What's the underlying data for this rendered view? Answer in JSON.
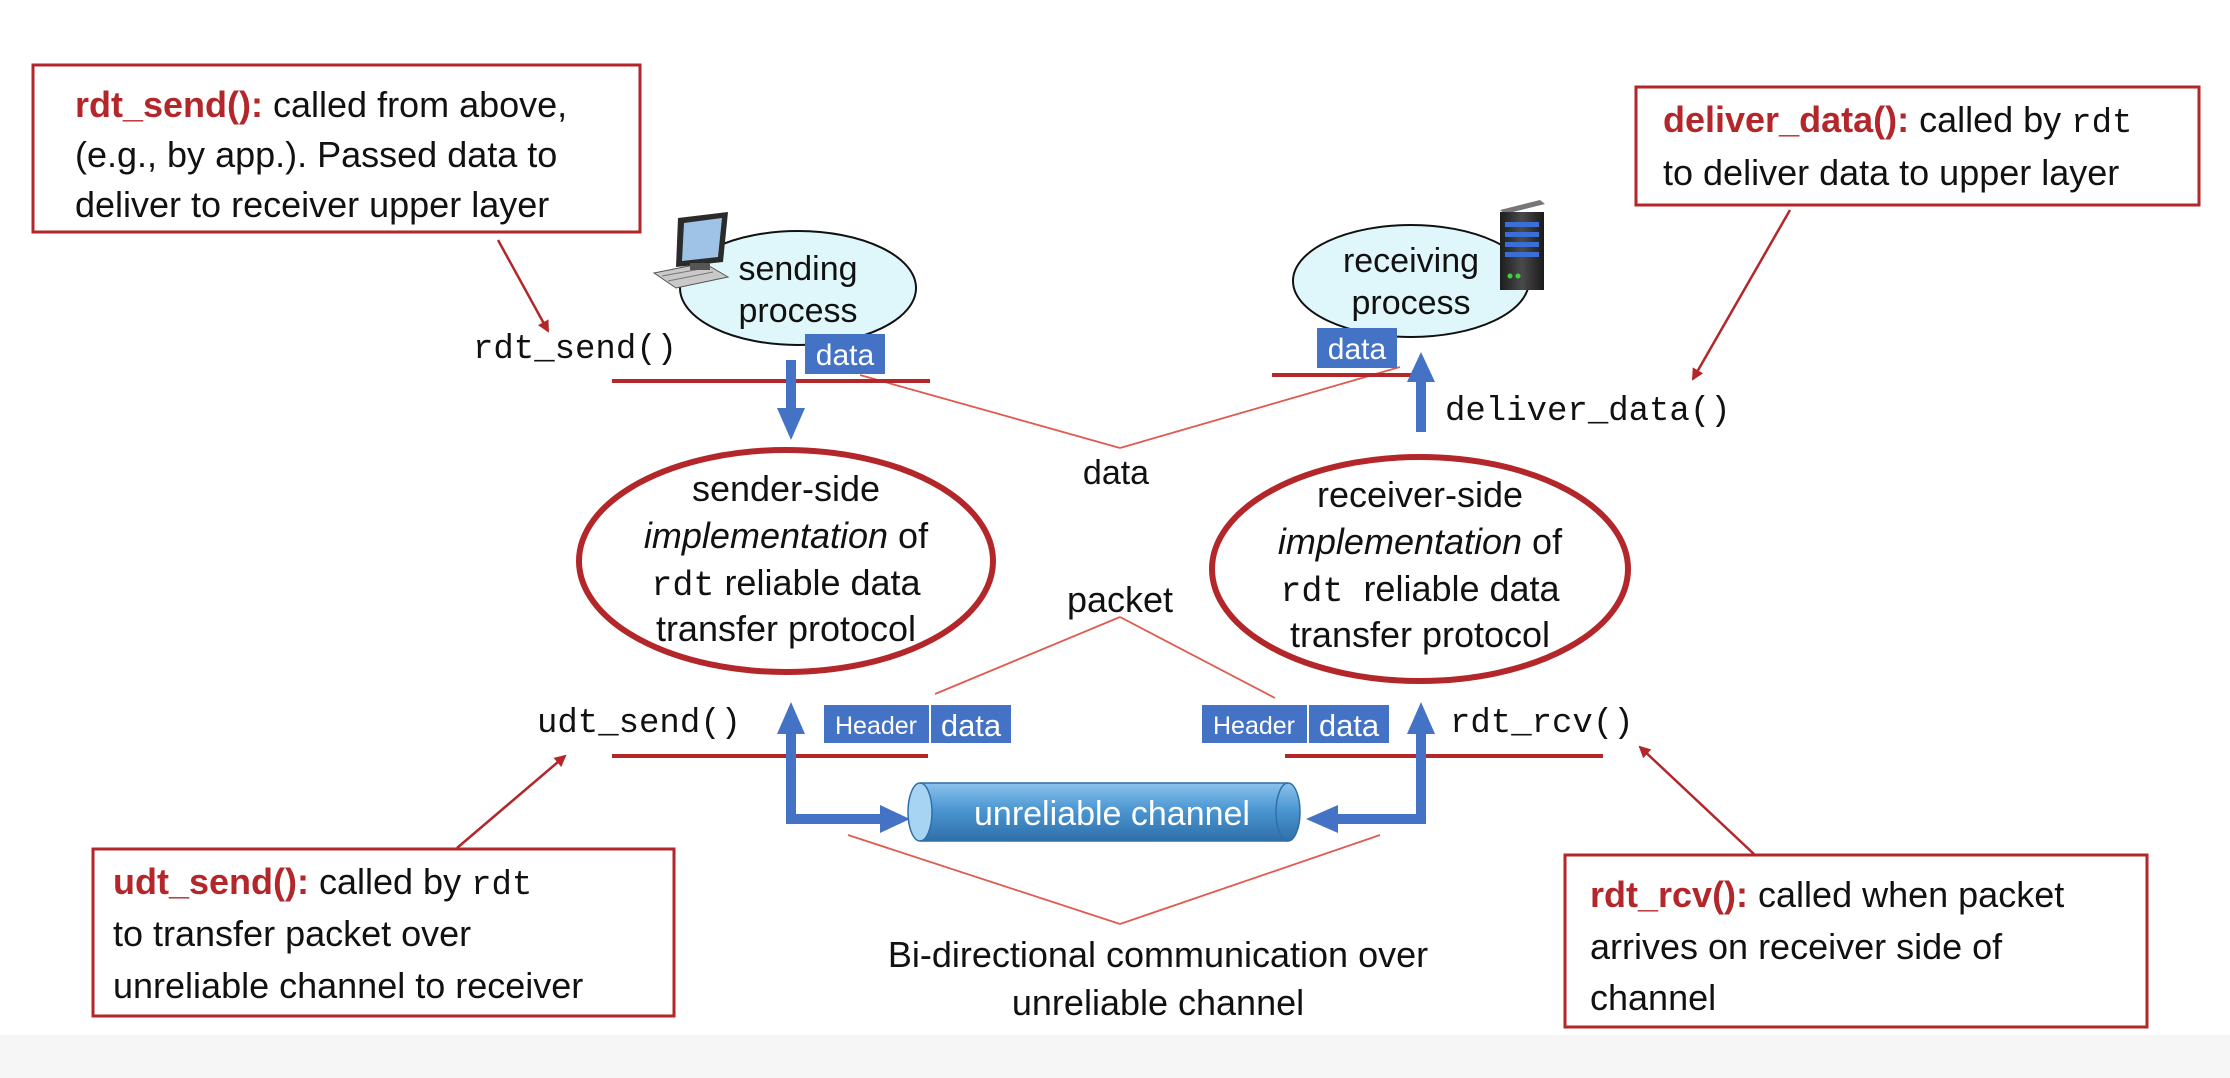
{
  "colors": {
    "accent_red": "#b3262a",
    "thin_red": "#e05a4e",
    "blue_arrow": "#4472c4",
    "data_box": "#4472c4",
    "process_fill": "#dff7fa",
    "channel_fill": "#5ba3d9",
    "text": "#111111",
    "white": "#ffffff"
  },
  "callouts": {
    "rdt_send": {
      "title": "rdt_send():",
      "line1_rest": " called from above,",
      "line2": "(e.g., by app.). Passed data to",
      "line3": "deliver to receiver upper layer"
    },
    "deliver_data": {
      "title": "deliver_data():",
      "line1_rest": " called by ",
      "line1_code": "rdt",
      "line2": "to deliver data to upper layer"
    },
    "udt_send": {
      "title": "udt_send():",
      "line1_rest": " called by ",
      "line1_code": "rdt",
      "line2": "to transfer packet over",
      "line3": "unreliable channel to receiver"
    },
    "rdt_rcv": {
      "title": "rdt_rcv():",
      "line1_rest": " called when packet",
      "line2": "arrives on receiver side of",
      "line3": "channel"
    }
  },
  "sender": {
    "process_line1": "sending",
    "process_line2": "process",
    "impl_line1": "sender-side",
    "impl_line2_italic": "implementation",
    "impl_line2_rest": " of",
    "impl_line3_code": "rdt",
    "impl_line3_rest": " reliable data",
    "impl_line4": "transfer protocol",
    "upper_call": "rdt_send()",
    "lower_call": "udt_send()",
    "data_tag": "data",
    "header_tag": "Header",
    "packet_data_tag": "data",
    "computer_icon": "computer-icon"
  },
  "receiver": {
    "process_line1": "receiving",
    "process_line2": "process",
    "impl_line1": "receiver-side",
    "impl_line2_italic": "implementation",
    "impl_line2_rest": " of",
    "impl_line3_code": "rdt",
    "impl_line3_rest": "  reliable data",
    "impl_line4": "transfer protocol",
    "upper_call": "deliver_data()",
    "lower_call": "rdt_rcv()",
    "data_tag": "data",
    "header_tag": "Header",
    "packet_data_tag": "data",
    "server_icon": "server-icon"
  },
  "labels": {
    "data": "data",
    "packet": "packet",
    "channel": "unreliable channel",
    "bidir_line1": "Bi-directional communication over",
    "bidir_line2": "unreliable channel"
  }
}
